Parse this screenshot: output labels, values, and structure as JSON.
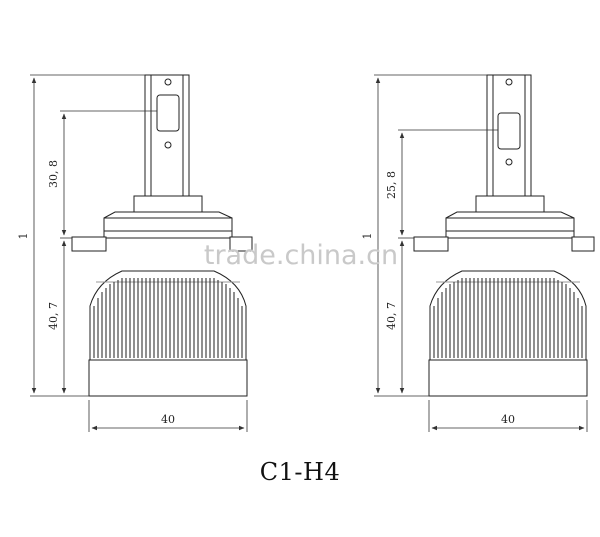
{
  "caption": "C1-H4",
  "watermark": "trade.china.cn",
  "bulbs": [
    {
      "name": "left",
      "total_height_label": "1",
      "upper_height_label": "30, 8",
      "lower_height_label": "40, 7",
      "width_label": "40"
    },
    {
      "name": "right",
      "total_height_label": "1",
      "upper_height_label": "25, 8",
      "lower_height_label": "40, 7",
      "width_label": "40"
    }
  ]
}
